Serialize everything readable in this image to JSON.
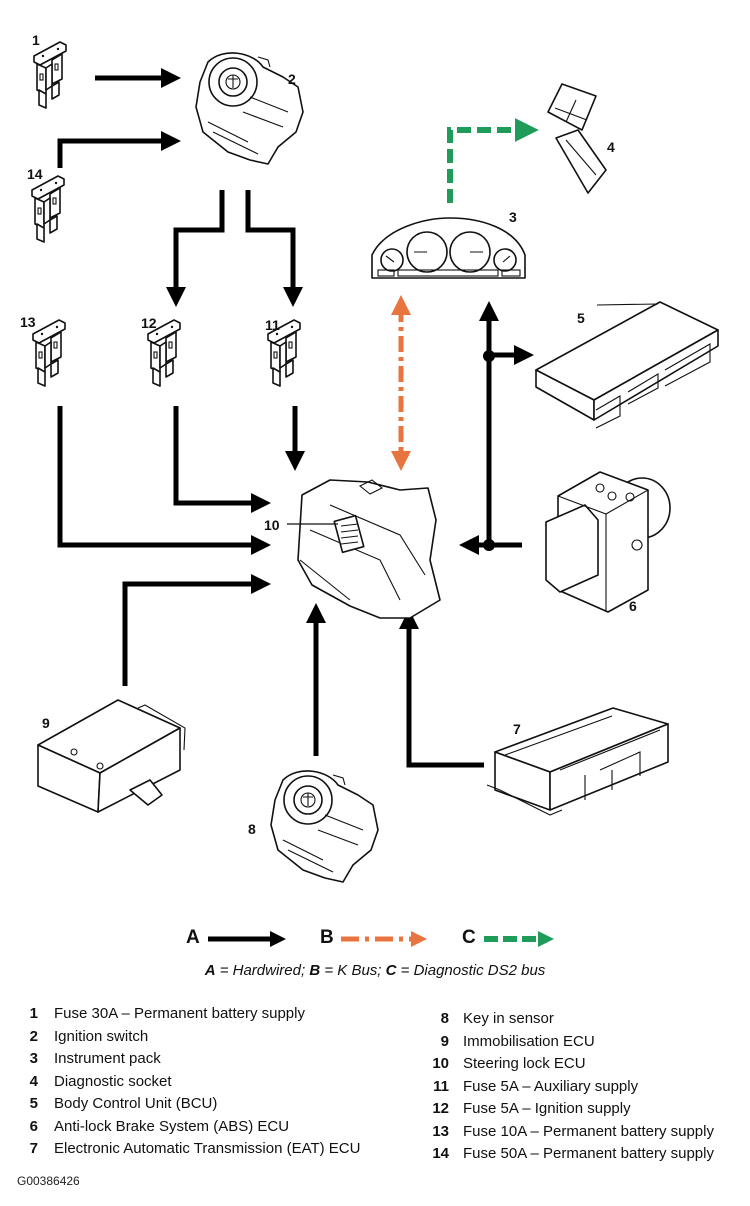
{
  "diagram": {
    "title": "Passive entry / steering lock system interconnection diagram",
    "figure_id": "G00386426",
    "callouts": {
      "c1": "1",
      "c2": "2",
      "c3": "3",
      "c4": "4",
      "c5": "5",
      "c6": "6",
      "c7": "7",
      "c8": "8",
      "c9": "9",
      "c10": "10",
      "c11": "11",
      "c12": "12",
      "c13": "13",
      "c14": "14"
    },
    "connections": [
      {
        "from": "1",
        "to": "2",
        "type": "A"
      },
      {
        "from": "14",
        "to": "2",
        "type": "A"
      },
      {
        "from": "2",
        "to": "12",
        "type": "A"
      },
      {
        "from": "2",
        "to": "11",
        "type": "A"
      },
      {
        "from": "11",
        "to": "10",
        "type": "A"
      },
      {
        "from": "12",
        "to": "10",
        "type": "A"
      },
      {
        "from": "13",
        "to": "10",
        "type": "A"
      },
      {
        "from": "9",
        "to": "10",
        "type": "A"
      },
      {
        "from": "8",
        "to": "10",
        "type": "A"
      },
      {
        "from": "7",
        "to": "10",
        "type": "A"
      },
      {
        "from": "6",
        "to": "10",
        "type": "A"
      },
      {
        "from": "6",
        "to": "3",
        "type": "A"
      },
      {
        "from": "6",
        "to": "5",
        "type": "A"
      },
      {
        "from": "3",
        "to": "10",
        "type": "B"
      },
      {
        "from": "3",
        "to": "4",
        "type": "C"
      }
    ],
    "colors": {
      "hardwired": "#000000",
      "k_bus": "#e8753f",
      "diagnostic_ds2": "#1f9b5a"
    }
  },
  "legend": {
    "a_letter": "A",
    "b_letter": "B",
    "c_letter": "C",
    "caption": {
      "a": "A",
      "a_text": " = Hardwired; ",
      "b": "B",
      "b_text": " = K Bus; ",
      "c": "C",
      "c_text": " = Diagnostic DS2 bus"
    }
  },
  "key": {
    "left": [
      {
        "num": "1",
        "label": "Fuse 30A – Permanent battery supply"
      },
      {
        "num": "2",
        "label": "Ignition switch"
      },
      {
        "num": "3",
        "label": "Instrument pack"
      },
      {
        "num": "4",
        "label": "Diagnostic socket"
      },
      {
        "num": "5",
        "label": "Body Control Unit (BCU)"
      },
      {
        "num": "6",
        "label": "Anti-lock Brake System (ABS) ECU"
      },
      {
        "num": "7",
        "label": "Electronic Automatic Transmission (EAT) ECU"
      }
    ],
    "right": [
      {
        "num": "8",
        "label": "Key in sensor"
      },
      {
        "num": "9",
        "label": "Immobilisation ECU"
      },
      {
        "num": "10",
        "label": "Steering lock ECU"
      },
      {
        "num": "11",
        "label": "Fuse 5A – Auxiliary supply"
      },
      {
        "num": "12",
        "label": "Fuse 5A – Ignition supply"
      },
      {
        "num": "13",
        "label": "Fuse 10A – Permanent battery supply"
      },
      {
        "num": "14",
        "label": "Fuse 50A – Permanent battery supply"
      }
    ]
  }
}
